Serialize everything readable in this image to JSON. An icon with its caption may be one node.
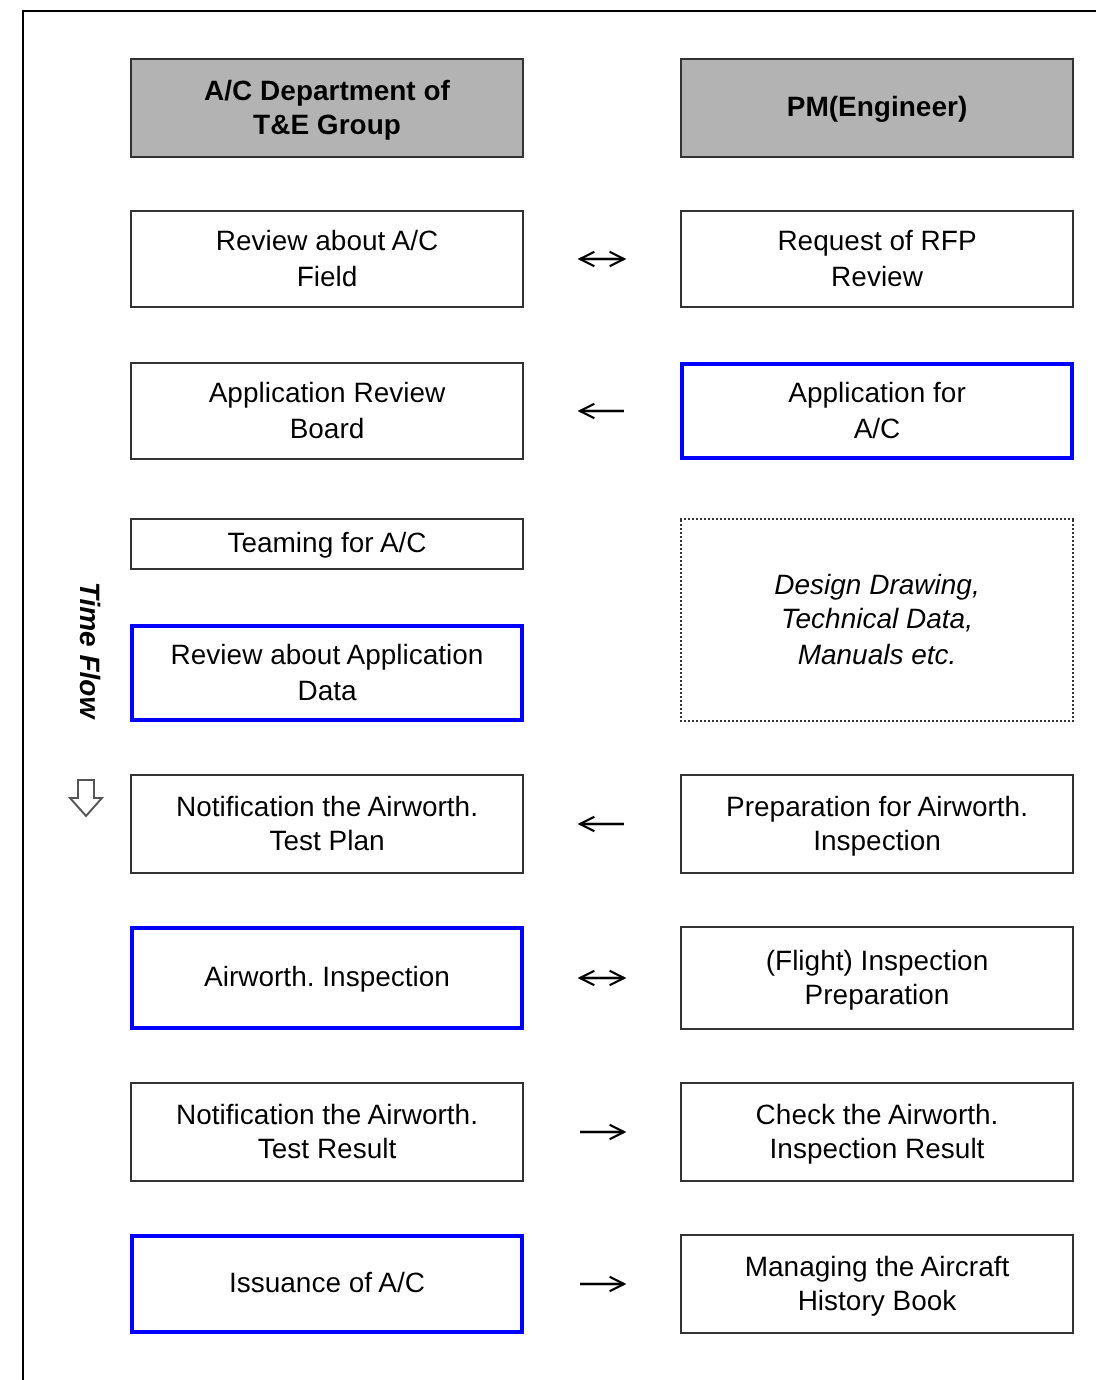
{
  "diagram": {
    "nodes": [
      {
        "text": [
          "A/C Department of T&E Group"
        ]
      },
      {
        "text": [
          "PM(Engineer)"
        ]
      },
      {
        "text": [
          "Review about A/C Field"
        ]
      },
      {
        "text": [
          "Request of RFP Review"
        ]
      },
      {
        "text": [
          "Application Review Board"
        ]
      },
      {
        "text": [
          "Application for A/C"
        ]
      },
      {
        "text": [
          "Teaming for A/C"
        ]
      },
      {
        "text": [
          "Design Drawing, Technical Data, Manuals etc."
        ]
      },
      {
        "text": [
          "Review about Application Data"
        ]
      },
      {
        "text": [
          "Notification the Airworth. Test Plan"
        ]
      },
      {
        "text": [
          "Preparation for Airworth. Inspection"
        ]
      },
      {
        "text": [
          "Airworth. Inspection"
        ]
      },
      {
        "text": [
          "(Flight) Inspection Preparation"
        ]
      },
      {
        "text": [
          "Notification the Airworth. Test Result"
        ]
      },
      {
        "text": [
          "Check the Airworth. Inspection Result"
        ]
      },
      {
        "text": [
          "Issuance of A/C"
        ]
      },
      {
        "text": [
          "Managing the Aircraft History Book"
        ]
      }
    ],
    "edges": [
      {
        "from": 2,
        "to": 3,
        "arrow": "both"
      },
      {
        "from": 5,
        "to": 4,
        "arrow": "to"
      },
      {
        "from": 10,
        "to": 9,
        "arrow": "to"
      },
      {
        "from": 11,
        "to": 12,
        "arrow": "both"
      },
      {
        "from": 13,
        "to": 14,
        "arrow": "to"
      },
      {
        "from": 15,
        "to": 16,
        "arrow": "to"
      }
    ],
    "labels": [
      "Time Flow"
    ]
  }
}
